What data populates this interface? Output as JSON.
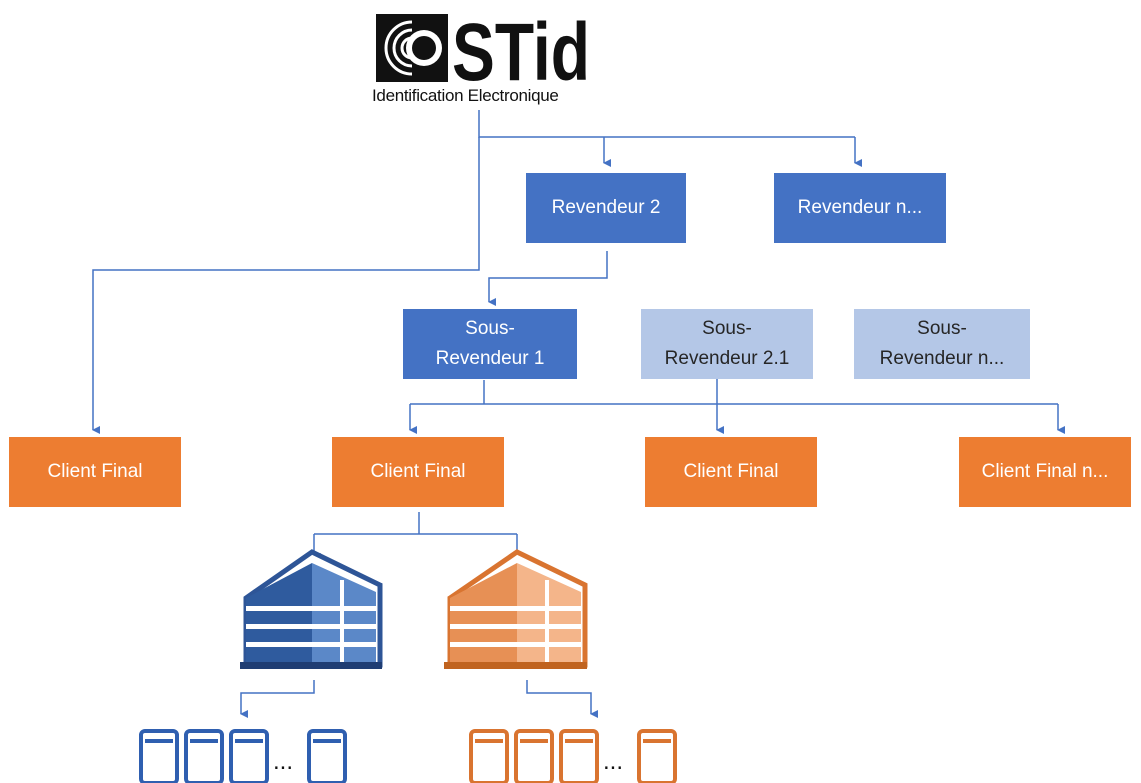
{
  "logo": {
    "brand": "STid",
    "tagline": "Identification Electronique"
  },
  "nodes": {
    "revendeur_2": "Revendeur 2",
    "revendeur_n": "Revendeur n...",
    "sous_revendeur_1": [
      "Sous-",
      "Revendeur 1"
    ],
    "sous_revendeur_2_1": [
      "Sous-",
      "Revendeur 2.1"
    ],
    "sous_revendeur_n": [
      "Sous-",
      "Revendeur n..."
    ],
    "client_final_1": "Client Final",
    "client_final_2": "Client Final",
    "client_final_3": "Client Final",
    "client_final_n": "Client Final n..."
  },
  "devices": {
    "ellipsis": "..."
  },
  "colors": {
    "dark_blue": "#4472c4",
    "light_blue": "#b4c7e7",
    "orange": "#ed7d31",
    "connector": "#4472c4"
  }
}
